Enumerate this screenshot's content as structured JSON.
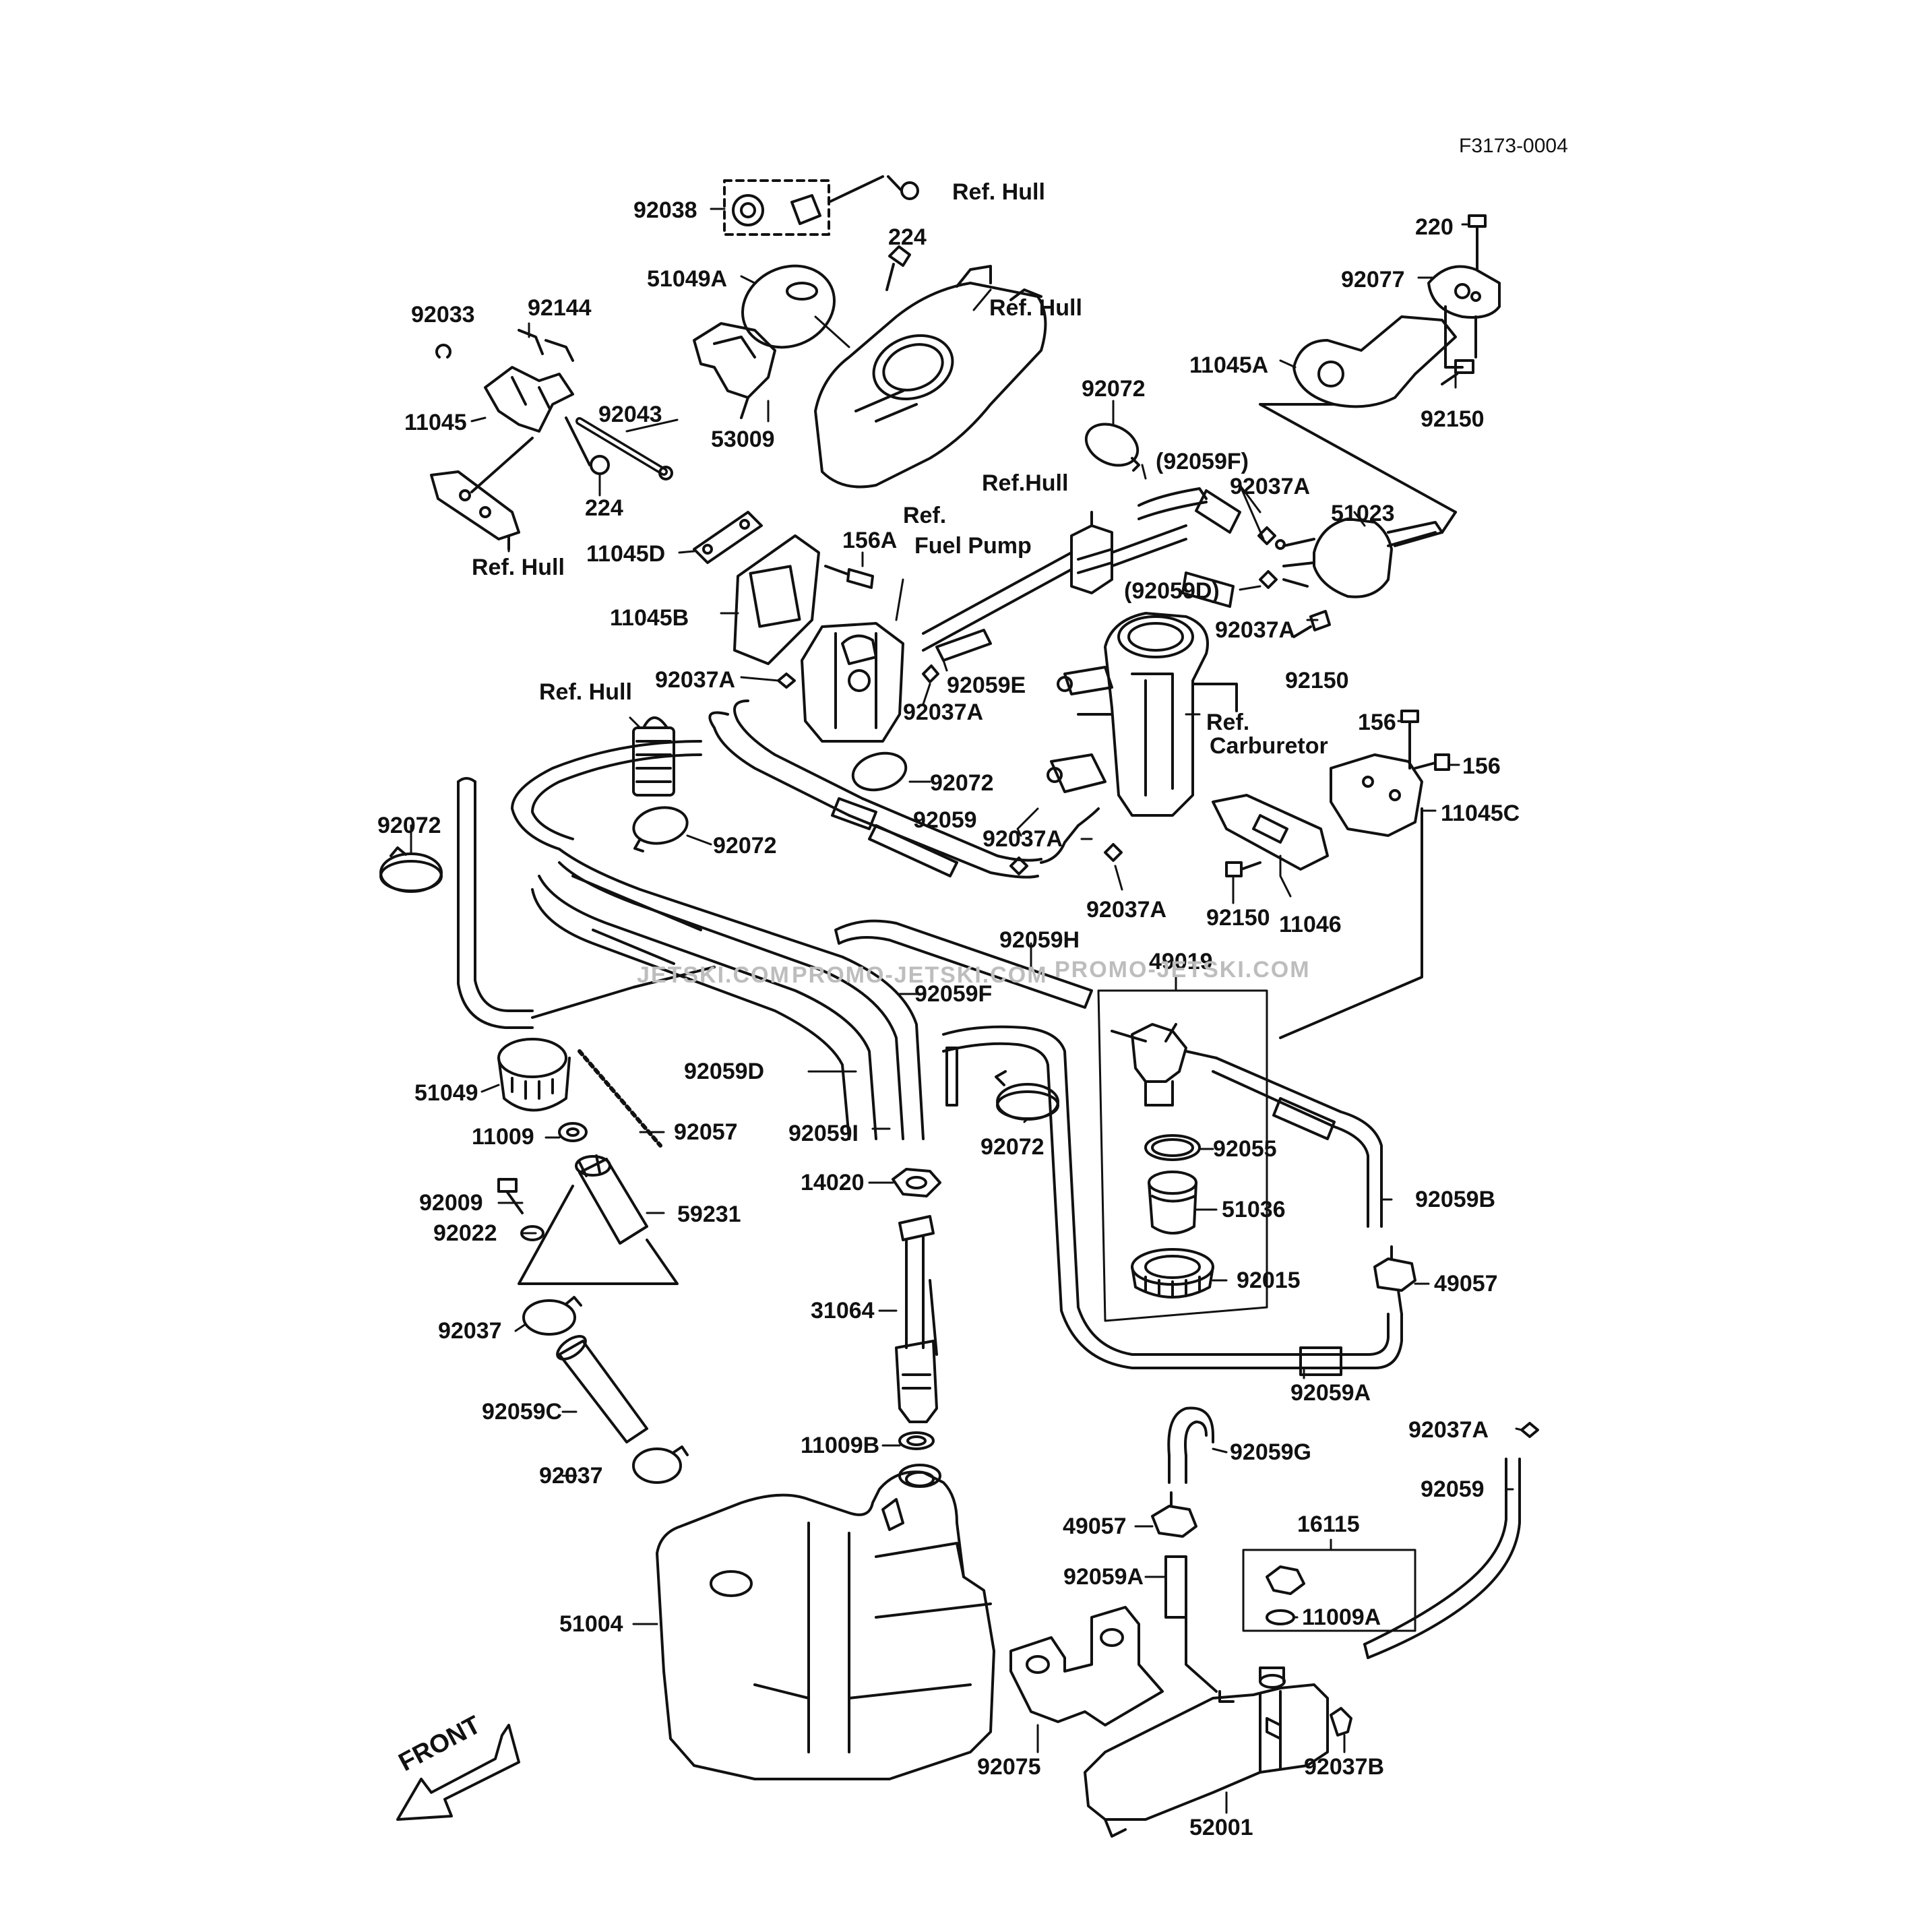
{
  "diagram": {
    "figure_code": "F3173-0004",
    "direction_label": "FRONT",
    "watermarks": [
      "JETSKI.COM",
      "PROMO-JETSKI.COM",
      "PROMO-JETSKI.COM"
    ],
    "labels": {
      "ref_hull_top": "Ref. Hull",
      "p92038": "92038",
      "p224a": "224",
      "p51049a": "51049A",
      "ref_hull_cover": "Ref. Hull",
      "p92033": "92033",
      "p92144": "92144",
      "p11045": "11045",
      "p92043": "92043",
      "p224b": "224",
      "p53009": "53009",
      "ref_hull_left": "Ref. Hull",
      "p220": "220",
      "p92077": "92077",
      "p11045a": "11045A",
      "p92150a": "92150",
      "p92072a": "92072",
      "p92059f_paren": "(92059F)",
      "ref_hull_mid": "Ref.Hull",
      "p92037a_1": "92037A",
      "p51023": "51023",
      "p11045d": "11045D",
      "p156a": "156A",
      "ref_fuel_pump_1": "Ref.",
      "ref_fuel_pump_2": "Fuel Pump",
      "p92059d_paren": "(92059D)",
      "p92037a_2": "92037A",
      "p92150b": "92150",
      "p11045b": "11045B",
      "p92037a_3": "92037A",
      "p92059e": "92059E",
      "p92037a_4": "92037A",
      "ref_hull_pipe": "Ref. Hull",
      "ref_carb_1": "Ref.",
      "ref_carb_2": "Carburetor",
      "p156a_2": "156",
      "p156b": "156",
      "p11045c": "11045C",
      "p92072b": "92072",
      "p92072c": "92072",
      "p92059": "92059",
      "p92037a_5": "92037A",
      "p92072d": "92072",
      "p92037a_6": "92037A",
      "p92150c": "92150",
      "p11046": "11046",
      "p92059h": "92059H",
      "p49019": "49019",
      "p92059f": "92059F",
      "p51049": "51049",
      "p92059d": "92059D",
      "p11009": "11009",
      "p92057": "92057",
      "p92059i": "92059I",
      "p92072e": "92072",
      "p92055": "92055",
      "p92009": "92009",
      "p14020": "14020",
      "p59231": "59231",
      "p92022": "92022",
      "p51036": "51036",
      "p92059b": "92059B",
      "p92015": "92015",
      "p49057a": "49057",
      "p31064": "31064",
      "p92037a": "92037",
      "p92059a_1": "92059A",
      "p92059c": "92059C",
      "p11009b": "11009B",
      "p92059g": "92059G",
      "p92037a_7": "92037A",
      "p92037b": "92037",
      "p92059_2": "92059",
      "p49057b": "49057",
      "p16115": "16115",
      "p92059a_2": "92059A",
      "p11009a": "11009A",
      "p51004": "51004",
      "p92075": "92075",
      "p92037b_2": "92037B",
      "p52001": "52001"
    }
  }
}
